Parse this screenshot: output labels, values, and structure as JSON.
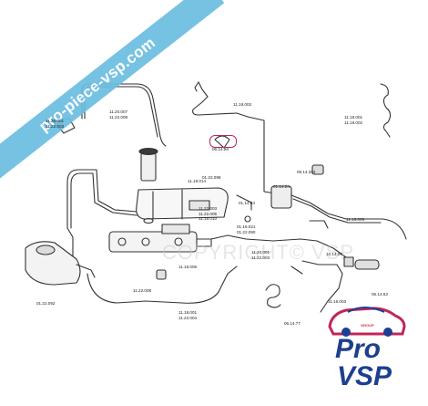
{
  "watermark_banner": "pro-piece-vsp.com",
  "copyright_watermark": "COPYRIGHT© VSP",
  "brand": {
    "group": "GROUP",
    "line1": "Pro",
    "line2": "VSP",
    "accent_color": "#c0265a",
    "primary_color": "#1d3f8f"
  },
  "highlight_color": "#c0265a",
  "parts": [
    {
      "id": "p1",
      "lines": [
        "11.20.001",
        "11.22.003"
      ]
    },
    {
      "id": "p2",
      "lines": [
        "11.20.007",
        "11.22.008"
      ]
    },
    {
      "id": "p3",
      "lines": [
        "11.18.002"
      ]
    },
    {
      "id": "p4",
      "lines": [
        "11.18.001",
        "11.19.002"
      ]
    },
    {
      "id": "p5",
      "lines": [
        "06.14.58"
      ]
    },
    {
      "id": "p6",
      "lines": [
        "11.18.014"
      ]
    },
    {
      "id": "p7",
      "lines": [
        "01.22.098"
      ]
    },
    {
      "id": "p8",
      "lines": [
        "01.14.24"
      ]
    },
    {
      "id": "p9",
      "lines": [
        "06.14.204"
      ]
    },
    {
      "id": "p10",
      "lines": [
        "11.22.003",
        "11.22.005",
        "11.18.010"
      ]
    },
    {
      "id": "p11",
      "lines": [
        "01.14.84"
      ]
    },
    {
      "id": "p12",
      "lines": [
        "01.16.021",
        "01.22.090"
      ]
    },
    {
      "id": "p13",
      "lines": [
        "11.18.006"
      ]
    },
    {
      "id": "p14",
      "lines": [
        "11.20.001",
        "11.22.003"
      ]
    },
    {
      "id": "p15",
      "lines": [
        "10.14.06"
      ]
    },
    {
      "id": "p16",
      "lines": [
        "11.16.005"
      ]
    },
    {
      "id": "p17",
      "lines": [
        "01.22.092"
      ]
    },
    {
      "id": "p18",
      "lines": [
        "11.22.008"
      ]
    },
    {
      "id": "p19",
      "lines": [
        "11.18.001",
        "11.22.004"
      ]
    },
    {
      "id": "p20",
      "lines": [
        "11.16.003"
      ]
    },
    {
      "id": "p21",
      "lines": [
        "06.14.53"
      ]
    },
    {
      "id": "p22",
      "lines": [
        "06.14.77"
      ]
    }
  ]
}
